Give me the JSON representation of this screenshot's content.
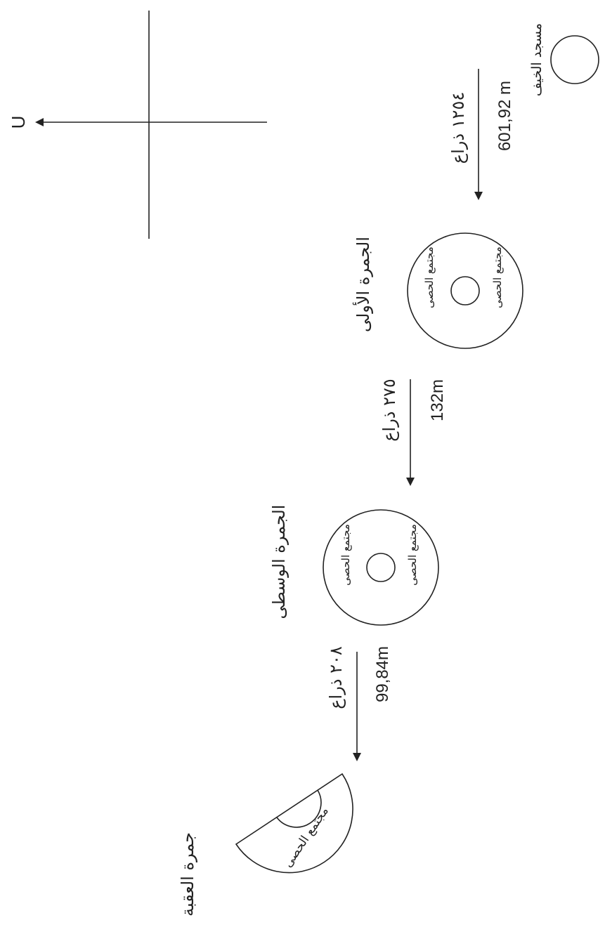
{
  "compass": {
    "letter": "U"
  },
  "mosque": {
    "label": "مسجد الخيف"
  },
  "segments": [
    {
      "dhira": "١٢٥٤ ذراع",
      "meters": "601,92 m"
    },
    {
      "dhira": "٢٧٥ ذراع",
      "meters": "132m"
    },
    {
      "dhira": "٢٠٨ ذراع",
      "meters": "99,84m"
    }
  ],
  "jamarat": [
    {
      "name": "الجمرة الأولى",
      "area_label": "مجتمع الحصى"
    },
    {
      "name": "الجمرة الوسطى",
      "area_label": "مجتمع الحصى"
    },
    {
      "name": "جمرة العقبة",
      "area_label": "مجتمع الحصى"
    }
  ],
  "colors": {
    "ink": "#222222",
    "background": "#ffffff"
  }
}
